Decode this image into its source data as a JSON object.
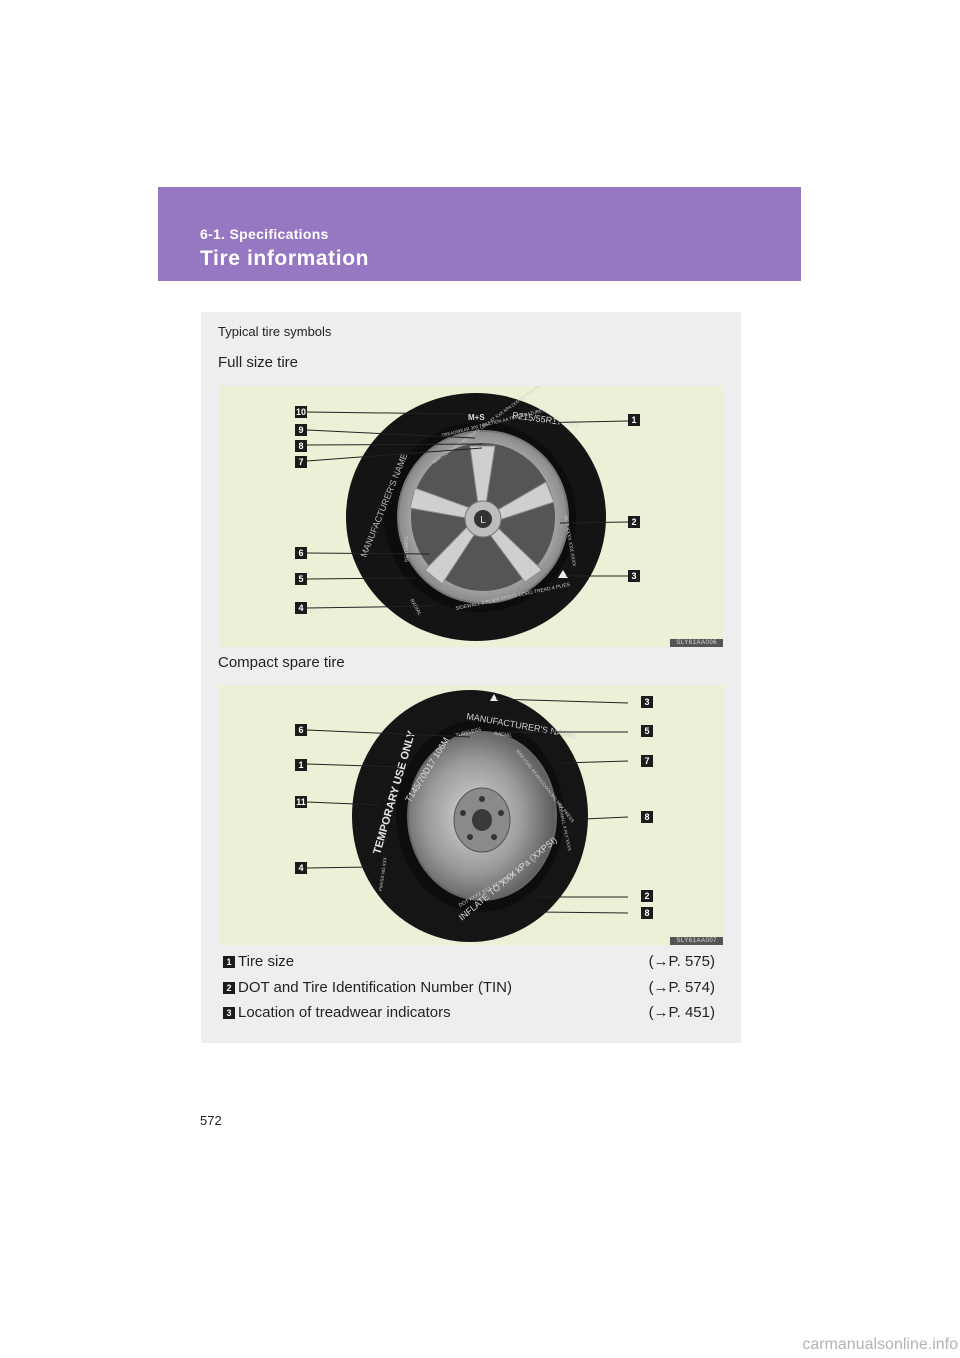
{
  "header": {
    "section": "6-1. Specifications",
    "title": "Tire information",
    "color": "#9577c2"
  },
  "content": {
    "subheading": "Typical tire symbols",
    "full_size_heading": "Full size tire",
    "compact_heading": "Compact spare tire",
    "figure1_code": "SLY61AA006",
    "figure2_code": "SLY61AA007",
    "figure1_callouts": [
      "10",
      "9",
      "8",
      "7",
      "6",
      "5",
      "4",
      "1",
      "2",
      "3"
    ],
    "figure2_callouts": [
      "6",
      "1",
      "11",
      "4",
      "3",
      "5",
      "7",
      "8",
      "2",
      "8"
    ],
    "tire1_text": {
      "size": "P215/55R17 93V",
      "ms": "M+S",
      "load": "MAX. LOAD XXX KG (XXXX LBS.) AT XXX KPA (XXPSI) MAX.PRESS.",
      "dot": "DOT XXXX XXX XXXX",
      "ply": "SIDEWALL 2 PLIES XXXXX CORD TREAD 4 PLIES",
      "radial": "RADIAL",
      "tubeless": "TUBELESS",
      "mfr": "MANUFACTURER'S NAME",
      "utqg": "TREADWEAR 300 TRACTION AA TEMPERATURE A"
    },
    "tire2_text": {
      "temporary": "TEMPORARY USE ONLY",
      "size": "T145/70D17 106M",
      "tubeless": "TUBELESS",
      "radial": "RADIAL",
      "mfr": "MANUFACTURER'S NAME",
      "inflate": "INFLATE TO XXX kPa (XXPSI)",
      "dot": "DOT XXXX XXX XXXXXXXX",
      "load": "MAX LOAD XXXKG(XXXXLBS) MAX PRESS",
      "ply": "SIDEWALL X PLY XXXX",
      "fmvss": "FMVSS NO.XXX"
    }
  },
  "legend": [
    {
      "num": "1",
      "text": "Tire size",
      "ref": "(→P. 575)"
    },
    {
      "num": "2",
      "text": "DOT and Tire Identification Number (TIN)",
      "ref": "(→P. 574)"
    },
    {
      "num": "3",
      "text": "Location of treadwear indicators",
      "ref": "(→P. 451)"
    }
  ],
  "footer": {
    "page_number": "572",
    "watermark": "carmanualsonline.info"
  }
}
